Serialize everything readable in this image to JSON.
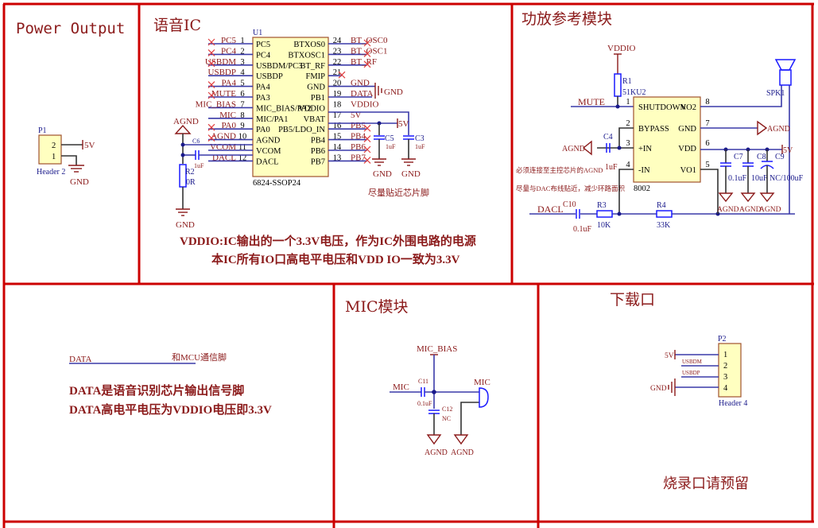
{
  "sections": {
    "power": {
      "title": "Power Output",
      "header": {
        "ref": "P1",
        "type": "Header 2",
        "pins": [
          "2",
          "1"
        ],
        "net_5v": "5V",
        "net_gnd": "GND"
      }
    },
    "voice_ic": {
      "title": "语音IC",
      "chip": {
        "ref": "U1",
        "part": "6824-SSOP24",
        "left_pins": [
          {
            "num": "1",
            "name": "PC5",
            "net": "PC5",
            "nc": true
          },
          {
            "num": "2",
            "name": "PC4",
            "net": "PC4",
            "nc": true
          },
          {
            "num": "3",
            "name": "USBDM/PC3",
            "net": "USBDM",
            "nc": true
          },
          {
            "num": "4",
            "name": "USBDP",
            "net": "USBDP",
            "nc": false
          },
          {
            "num": "5",
            "name": "PA4",
            "net": "PA4",
            "nc": true
          },
          {
            "num": "6",
            "name": "PA3",
            "net": "MUTE",
            "nc": true
          },
          {
            "num": "7",
            "name": "MIC_BIAS/PA2",
            "net": "MIC_BIAS",
            "nc": false
          },
          {
            "num": "8",
            "name": "MIC/PA1",
            "net": "MIC",
            "nc": false
          },
          {
            "num": "9",
            "name": "PA0",
            "net": "PA0",
            "nc": true
          },
          {
            "num": "10",
            "name": "AGND",
            "net": "AGND",
            "nc": true
          },
          {
            "num": "11",
            "name": "VCOM",
            "net": "VCOM",
            "nc": false
          },
          {
            "num": "12",
            "name": "DACL",
            "net": "DACL",
            "nc": false
          }
        ],
        "right_pins": [
          {
            "num": "24",
            "name": "BTXOS0",
            "net": "BT_OSC0",
            "nc": true
          },
          {
            "num": "23",
            "name": "BTXOSC1",
            "net": "BT_OSC1",
            "nc": true
          },
          {
            "num": "22",
            "name": "BT_RF",
            "net": "BT_RF",
            "nc": true
          },
          {
            "num": "21",
            "name": "FMIP",
            "net": "",
            "nc": true
          },
          {
            "num": "20",
            "name": "GND",
            "net": "GND",
            "nc": false
          },
          {
            "num": "19",
            "name": "PB1",
            "net": "DATA",
            "nc": false
          },
          {
            "num": "18",
            "name": "VDDIO",
            "net": "VDDIO",
            "nc": false
          },
          {
            "num": "17",
            "name": "VBAT",
            "net": "5V",
            "nc": false
          },
          {
            "num": "16",
            "name": "PB5/LDO_IN",
            "net": "PB5",
            "nc": true
          },
          {
            "num": "15",
            "name": "PB4",
            "net": "PB4",
            "nc": true
          },
          {
            "num": "14",
            "name": "PB6",
            "net": "PB6",
            "nc": true
          },
          {
            "num": "13",
            "name": "PB7",
            "net": "PB7",
            "nc": true
          }
        ]
      },
      "c6": {
        "ref": "C6",
        "value": "1uF"
      },
      "r2": {
        "ref": "R2",
        "value": "0R"
      },
      "c5": {
        "ref": "C5",
        "value": "1uF"
      },
      "c3": {
        "ref": "C3",
        "value": "1uF"
      },
      "agnd": "AGND",
      "gnd": "GND",
      "v5": "5V",
      "cap_note": "尽量贴近芯片脚",
      "note_line1": "VDDIO:IC输出的一个3.3V电压，作为IC外围电路的电源",
      "note_line2": "本IC所有IO口高电平电压和VDD IO一致为3.3V"
    },
    "amp": {
      "title": "功放参考模块",
      "chip": {
        "part": "8002",
        "left_pins": [
          {
            "num": "1",
            "name": "SHUTDOWN"
          },
          {
            "num": "2",
            "name": "BYPASS"
          },
          {
            "num": "3",
            "name": "+IN"
          },
          {
            "num": "4",
            "name": "-IN"
          }
        ],
        "right_pins": [
          {
            "num": "8",
            "name": "VO2"
          },
          {
            "num": "7",
            "name": "GND"
          },
          {
            "num": "6",
            "name": "VDD"
          },
          {
            "num": "5",
            "name": "VO1"
          }
        ]
      },
      "vddio": "VDDIO",
      "r1": {
        "ref": "R1",
        "value": "51K",
        "suffix": "U2"
      },
      "mute": "MUTE",
      "c4": {
        "ref": "C4",
        "value": "1uF"
      },
      "agnd": "AGND",
      "note1": "必须连接至主控芯片的AGND",
      "note2": "尽量与DAC布线贴近，减少环路面积",
      "dacl": "DACL",
      "c10": {
        "ref": "C10",
        "value": "0.1uF"
      },
      "r3": {
        "ref": "R3",
        "value": "10K"
      },
      "r4": {
        "ref": "R4",
        "value": "33K"
      },
      "spk": "SPK1",
      "c7": {
        "ref": "C7",
        "value": "0.1uF"
      },
      "c8": {
        "ref": "C8",
        "value": "10uF"
      },
      "c9": {
        "ref": "C9",
        "value": "NC/100uF"
      },
      "v5": "5V"
    },
    "data_note": {
      "net": "DATA",
      "desc": "和MCU通信脚",
      "line1": "DATA是语音识别芯片输出信号脚",
      "line2": "DATA高电平电压为VDDIO电压即3.3V"
    },
    "mic": {
      "title": "MIC模块",
      "bias": "MIC_BIAS",
      "net": "MIC",
      "c11": {
        "ref": "C11",
        "value": "0.1uF"
      },
      "c12": {
        "ref": "C12",
        "value": "NC"
      },
      "mic_label": "MIC",
      "agnd": "AGND"
    },
    "download": {
      "title": "下载口",
      "header": {
        "ref": "P2",
        "type": "Header 4",
        "pins": [
          "1",
          "2",
          "3",
          "4"
        ]
      },
      "v5": "5V",
      "usbdm": "USBDM",
      "usbdp": "USBDP",
      "gnd": "GND",
      "note": "烧录口请预留"
    }
  }
}
